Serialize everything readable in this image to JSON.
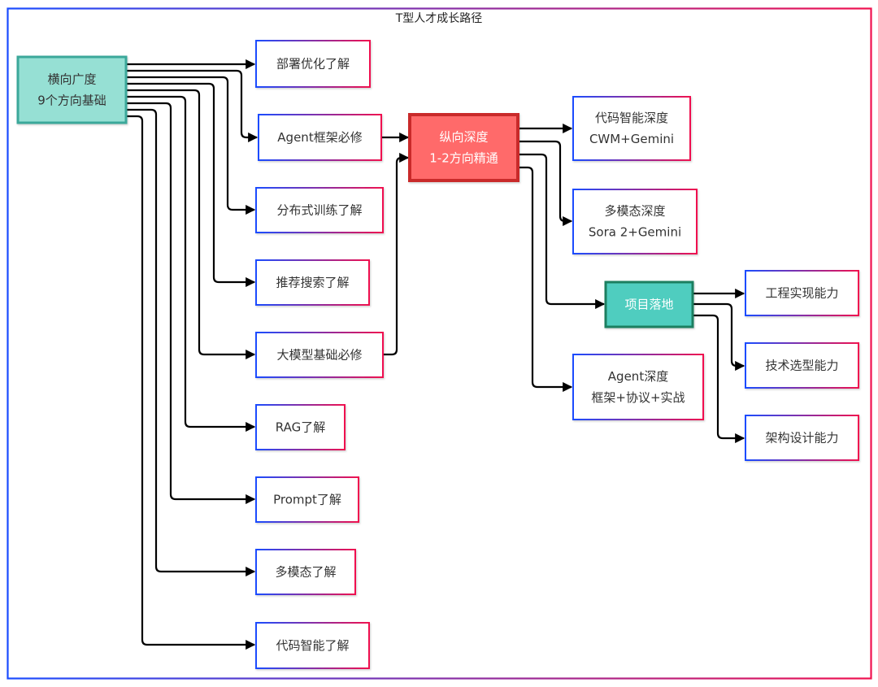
{
  "title": "T型人才成长路径",
  "colors": {
    "frame_gradient_start": "#1a4cff",
    "frame_gradient_end": "#f0114f",
    "breadth_fill": "#96e0d4",
    "breadth_stroke": "#3aa89a",
    "depth_fill": "#ff6b6b",
    "depth_stroke": "#c92a2a",
    "project_fill": "#4fcdbf",
    "project_stroke": "#1b7f60",
    "edge": "#000000"
  },
  "nodes": {
    "breadth": {
      "label": [
        "横向广度",
        "9个方向基础"
      ],
      "style": "breadth"
    },
    "deploy": {
      "label": [
        "部署优化了解"
      ],
      "style": "gradient"
    },
    "agent_framework": {
      "label": [
        "Agent框架必修"
      ],
      "style": "gradient"
    },
    "distributed": {
      "label": [
        "分布式训练了解"
      ],
      "style": "gradient"
    },
    "recsys": {
      "label": [
        "推荐搜索了解"
      ],
      "style": "gradient"
    },
    "llm_basics": {
      "label": [
        "大模型基础必修"
      ],
      "style": "gradient"
    },
    "rag": {
      "label": [
        "RAG了解"
      ],
      "style": "gradient"
    },
    "prompt": {
      "label": [
        "Prompt了解"
      ],
      "style": "gradient"
    },
    "multimodal": {
      "label": [
        "多模态了解"
      ],
      "style": "gradient"
    },
    "code_intel": {
      "label": [
        "代码智能了解"
      ],
      "style": "gradient"
    },
    "depth": {
      "label": [
        "纵向深度",
        "1-2方向精通"
      ],
      "style": "depth"
    },
    "code_depth": {
      "label": [
        "代码智能深度",
        "CWM+Gemini"
      ],
      "style": "gradient"
    },
    "mm_depth": {
      "label": [
        "多模态深度",
        "Sora 2+Gemini"
      ],
      "style": "gradient"
    },
    "project": {
      "label": [
        "项目落地"
      ],
      "style": "project"
    },
    "agent_depth": {
      "label": [
        "Agent深度",
        "框架+协议+实战"
      ],
      "style": "gradient"
    },
    "engineering": {
      "label": [
        "工程实现能力"
      ],
      "style": "gradient"
    },
    "tech_selection": {
      "label": [
        "技术选型能力"
      ],
      "style": "gradient"
    },
    "architecture": {
      "label": [
        "架构设计能力"
      ],
      "style": "gradient"
    }
  },
  "edges": [
    {
      "from": "breadth",
      "to": "deploy"
    },
    {
      "from": "breadth",
      "to": "agent_framework"
    },
    {
      "from": "breadth",
      "to": "distributed"
    },
    {
      "from": "breadth",
      "to": "recsys"
    },
    {
      "from": "breadth",
      "to": "llm_basics"
    },
    {
      "from": "breadth",
      "to": "rag"
    },
    {
      "from": "breadth",
      "to": "prompt"
    },
    {
      "from": "breadth",
      "to": "multimodal"
    },
    {
      "from": "breadth",
      "to": "code_intel"
    },
    {
      "from": "agent_framework",
      "to": "depth"
    },
    {
      "from": "llm_basics",
      "to": "depth"
    },
    {
      "from": "depth",
      "to": "code_depth"
    },
    {
      "from": "depth",
      "to": "mm_depth"
    },
    {
      "from": "depth",
      "to": "project"
    },
    {
      "from": "depth",
      "to": "agent_depth"
    },
    {
      "from": "project",
      "to": "engineering"
    },
    {
      "from": "project",
      "to": "tech_selection"
    },
    {
      "from": "project",
      "to": "architecture"
    }
  ]
}
